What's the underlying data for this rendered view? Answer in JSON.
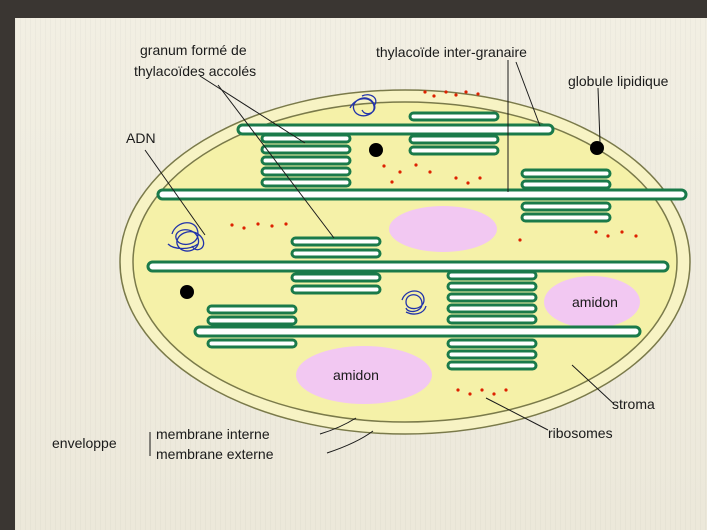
{
  "labels": {
    "granum_line1": "granum formé de",
    "granum_line2": "thylacoïdes accolés",
    "thylakoid_inter": "thylacoïde inter-granaire",
    "lipid": "globule lipidique",
    "dna": "ADN",
    "starch_right": "amidon",
    "starch_bottom": "amidon",
    "stroma": "stroma",
    "ribosomes": "ribosomes",
    "envelope": "enveloppe",
    "membrane_inner": "membrane interne",
    "membrane_outer": "membrane externe"
  },
  "colors": {
    "background": "#3a3632",
    "envelope_outer": "#f7f3c4",
    "stroma": "#f5f1a8",
    "thylakoid_fill": "#ffffff",
    "thylakoid_stroke": "#1a7a4a",
    "starch": "#f2c8f2",
    "ribosome": "#dd2200",
    "dna": "#2233aa",
    "lipid": "#000000"
  }
}
